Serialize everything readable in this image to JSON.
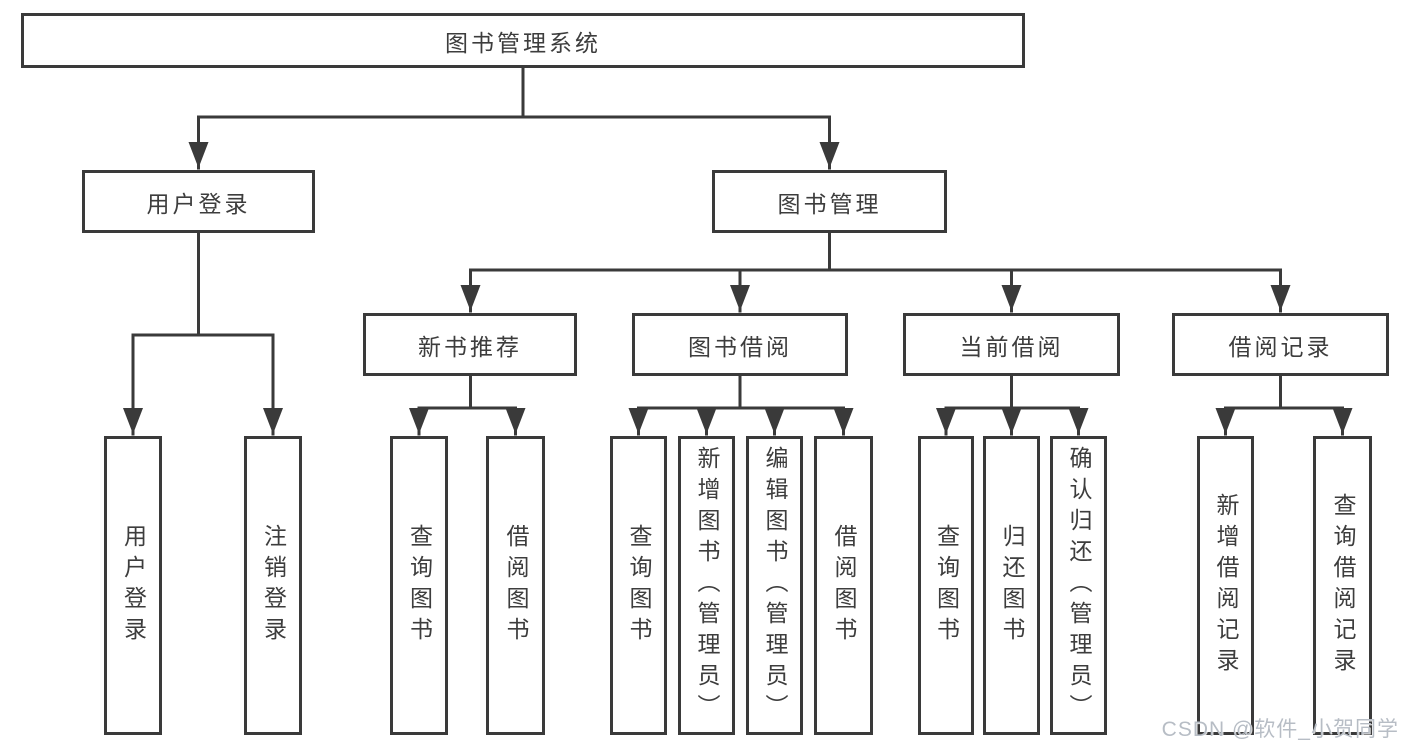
{
  "tree": {
    "label": "图书管理系统",
    "children": [
      {
        "label": "用户登录",
        "children": [
          {
            "label": "用户登录"
          },
          {
            "label": "注销登录"
          }
        ]
      },
      {
        "label": "图书管理",
        "children": [
          {
            "label": "新书推荐",
            "children": [
              {
                "label": "查询图书"
              },
              {
                "label": "借阅图书"
              }
            ]
          },
          {
            "label": "图书借阅",
            "children": [
              {
                "label": "查询图书"
              },
              {
                "label": "新增图书（管理员）"
              },
              {
                "label": "编辑图书（管理员）"
              },
              {
                "label": "借阅图书"
              }
            ]
          },
          {
            "label": "当前借阅",
            "children": [
              {
                "label": "查询图书"
              },
              {
                "label": "归还图书"
              },
              {
                "label": "确认归还（管理员）"
              }
            ]
          },
          {
            "label": "借阅记录",
            "children": [
              {
                "label": "新增借阅记录"
              },
              {
                "label": "查询借阅记录"
              }
            ]
          }
        ]
      }
    ]
  },
  "watermark": {
    "text": "CSDN @软件_小贺同学"
  },
  "colors": {
    "line": "#3a3a3a",
    "text": "#3d3d3d",
    "watermark": "#b7bdc5",
    "background": "#ffffff"
  }
}
